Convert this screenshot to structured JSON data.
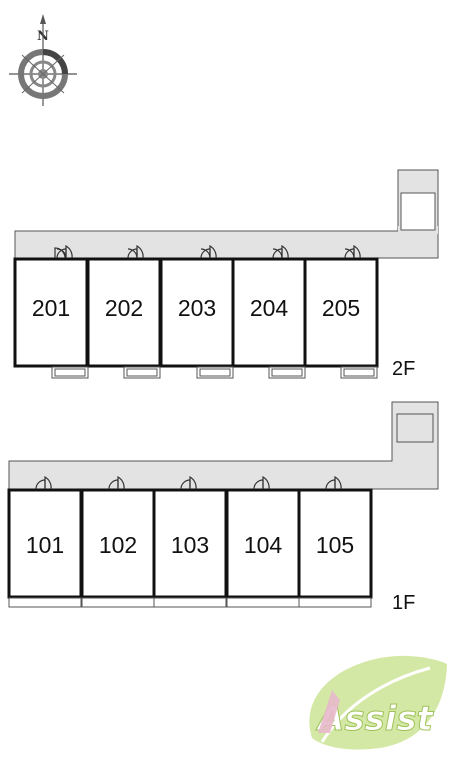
{
  "compass": {
    "north_label": "N",
    "icon": "compass-rose-icon"
  },
  "floors": [
    {
      "label": "2F",
      "rooms": [
        "201",
        "202",
        "203",
        "204",
        "205"
      ]
    },
    {
      "label": "1F",
      "rooms": [
        "101",
        "102",
        "103",
        "104",
        "105"
      ]
    }
  ],
  "logo": {
    "text": "Assist",
    "icon": "assist-leaf-logo"
  },
  "colors": {
    "corridor": "#e3e3e3",
    "wall": "#111111",
    "logo_green": "#c4dd8a",
    "logo_pink": "#e8b9cb"
  }
}
